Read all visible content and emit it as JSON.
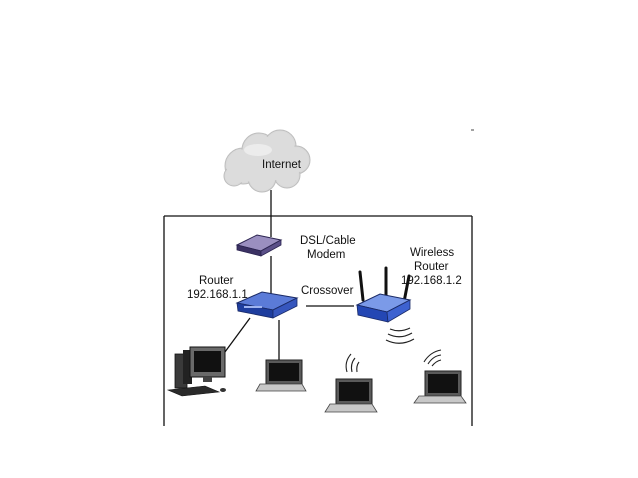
{
  "labels": {
    "internet": "Internet",
    "modem_line1": "DSL/Cable",
    "modem_line2": "Modem",
    "router_line1": "Router",
    "router_line2": "192.168.1.1",
    "crossover": "Crossover",
    "wireless_line1": "Wireless",
    "wireless_line2": "Router",
    "wireless_line3": "192.168.1.2"
  },
  "colors": {
    "router_blue": "#2f4fb0",
    "router_light": "#6f8fe0",
    "cloud": "#d7d7d7",
    "line": "#111111"
  },
  "icons": {
    "cloud": "cloud-icon",
    "modem": "modem-icon",
    "router": "router-icon",
    "wireless_router": "wireless-router-icon",
    "desktop": "desktop-computer-icon",
    "laptop": "laptop-icon",
    "wifi": "wifi-signal-icon"
  }
}
